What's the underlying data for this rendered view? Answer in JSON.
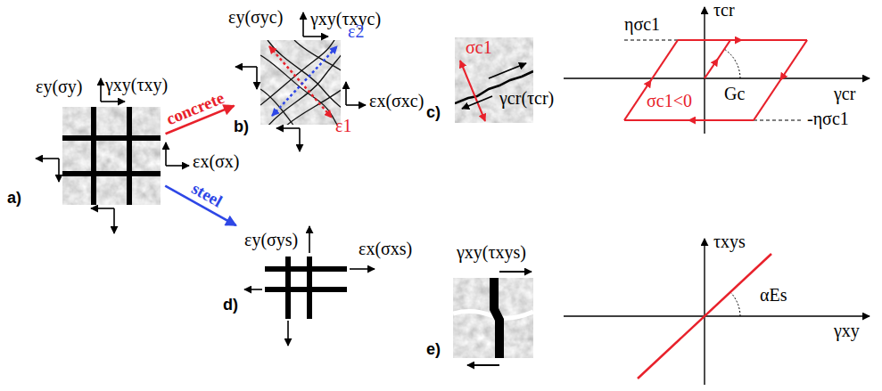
{
  "diagram": {
    "nodes": [
      {
        "text": [
          "a)"
        ]
      },
      {
        "text": [
          "b)"
        ]
      },
      {
        "text": [
          "c)"
        ]
      },
      {
        "text": [
          "d)"
        ]
      },
      {
        "text": [
          "e)"
        ]
      }
    ],
    "edges": [
      {
        "from": 0,
        "to": 1,
        "arrow": "to",
        "label": "concrete"
      },
      {
        "from": 0,
        "to": 3,
        "arrow": "to",
        "label": "steel"
      }
    ],
    "labels": [
      "εy(σy)",
      "γxy(τxy)",
      "εx(σx)",
      "εy(σyc)",
      "γxy(τxyc)",
      "ε2",
      "εx(σxc)",
      "ε1",
      "σc1",
      "γcr(τcr)",
      "τcr",
      "ησc1",
      "γcr",
      "Gc",
      "σc1<0",
      "-ησc1",
      "εy(σys)",
      "εx(σxs)",
      "γxy(τxys)",
      "τxys",
      "αEs",
      "γxy"
    ]
  }
}
